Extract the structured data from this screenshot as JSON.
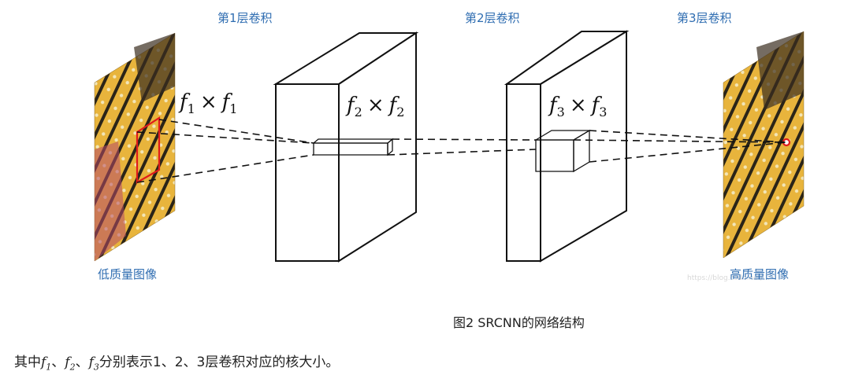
{
  "diagram": {
    "layer_labels": [
      "第1层卷积",
      "第2层卷积",
      "第3层卷积"
    ],
    "input_label": "低质量图像",
    "output_label": "高质量图像",
    "filter_labels": [
      {
        "f": "f",
        "sub": "1"
      },
      {
        "f": "f",
        "sub": "2"
      },
      {
        "f": "f",
        "sub": "3"
      }
    ],
    "times_symbol": "×",
    "watermark": "https://blog.csdn.net/...",
    "caption": "图2 SRCNN的网络结构"
  },
  "description": {
    "prefix": "其中",
    "separator": "、",
    "suffix": "分别表示1、2、3层卷积对应的核大小。"
  },
  "colors": {
    "label_blue": "#2f6db1",
    "filter_red": "#e01b1b",
    "line": "#111111"
  }
}
